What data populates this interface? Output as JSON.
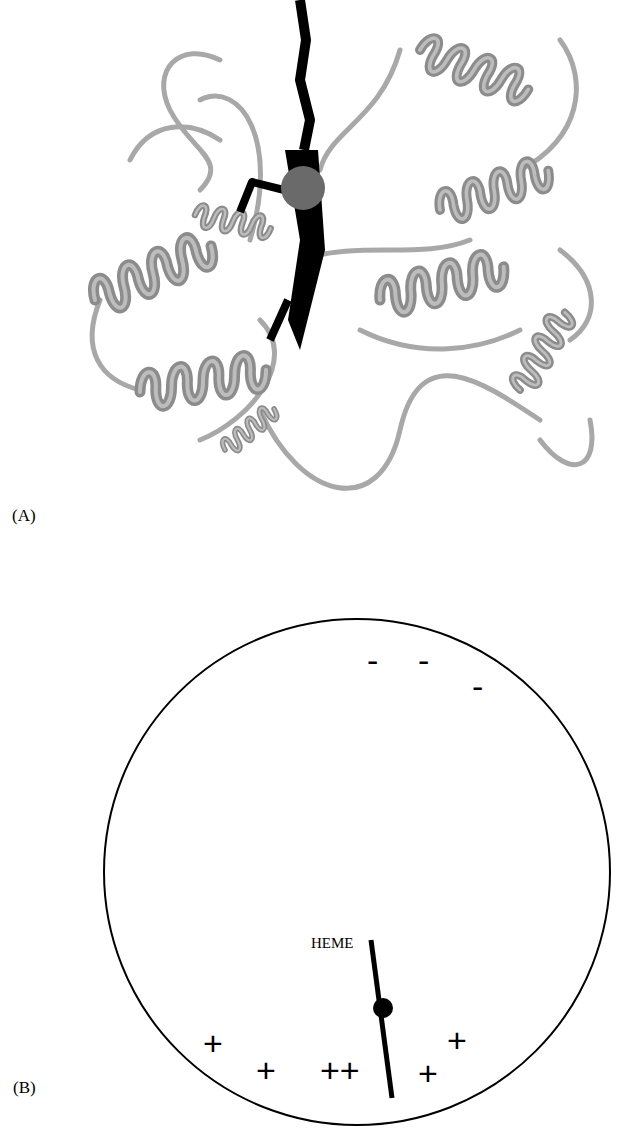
{
  "diagram": {
    "nodes": [
      {
        "text": [
          "HEME"
        ]
      }
    ],
    "labels": [
      "(A)",
      "-",
      "-",
      "-",
      "+",
      "+",
      "++",
      "+",
      "+",
      "(B)"
    ]
  }
}
